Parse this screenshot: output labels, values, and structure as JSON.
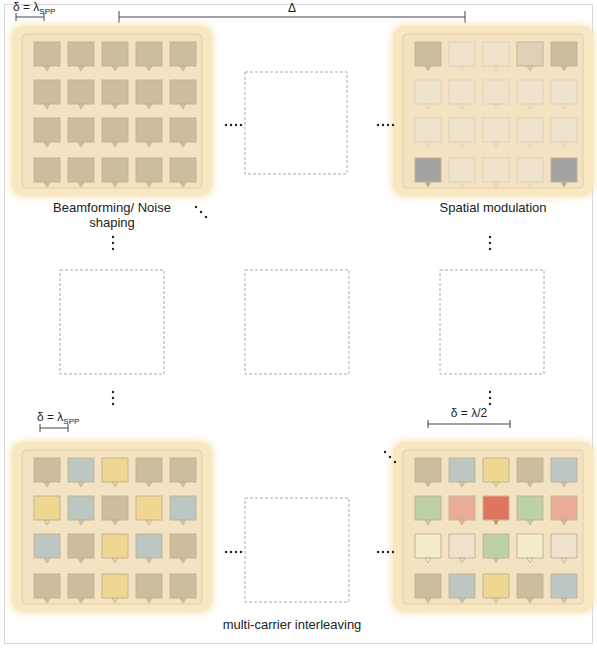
{
  "diagram": {
    "nodes": [
      {
        "text": [
          "Beamforming/ Noise shaping"
        ]
      },
      {
        "text": [
          "Spatial modulation"
        ]
      }
    ],
    "labels": [
      "δ = λ",
      "SPP",
      "Δ",
      "δ = λ",
      "SPP",
      "δ = λ/2",
      "multi-carrier interleaving"
    ]
  }
}
